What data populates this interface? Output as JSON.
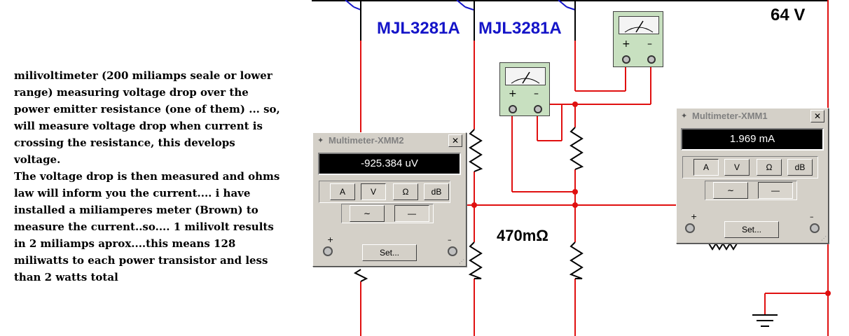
{
  "note": {
    "paragraphs": [
      "milivoltimeter (200 miliamps seale or lower range) measuring voltage drop over the power emitter resistance (one of them) ... so, will measure voltage drop when current is crossing the resistance, this develops voltage.",
      "The voltage drop is then measured and ohms law will inform you the current.... i have installed a miliamperes meter (Brown) to measure the current..so.... 1 milivolt results in 2 miliamps aprox....this means 128 miliwatts to each power transistor and less than 2 watts total"
    ]
  },
  "labels": {
    "transistor_1": "MJL3281A",
    "transistor_2": "MJL3281A",
    "supply_voltage": "64 V",
    "resistor_value": "470mΩ"
  },
  "multimeter_xmm2": {
    "title": "Multimeter-XMM2",
    "reading": "-925.384 uV",
    "buttons": [
      "A",
      "V",
      "Ω",
      "dB"
    ],
    "active_mode": "V",
    "ac_symbol": "∼",
    "dc_symbol": "—",
    "set_label": "Set...",
    "plus": "+",
    "minus": "–",
    "close": "✕"
  },
  "multimeter_xmm1": {
    "title": "Multimeter-XMM1",
    "reading": "1.969 mA",
    "buttons": [
      "A",
      "V",
      "Ω",
      "dB"
    ],
    "active_mode": "A",
    "ac_symbol": "∼",
    "dc_symbol": "—",
    "set_label": "Set...",
    "plus": "+",
    "minus": "–",
    "close": "✕"
  },
  "voltmeter_symbols": {
    "plus": "+",
    "minus": "–"
  },
  "colors": {
    "wire": "#e01010",
    "part_label": "#1414c8",
    "panel": "#d4d0c8",
    "meter_body": "#c8e0c0"
  }
}
